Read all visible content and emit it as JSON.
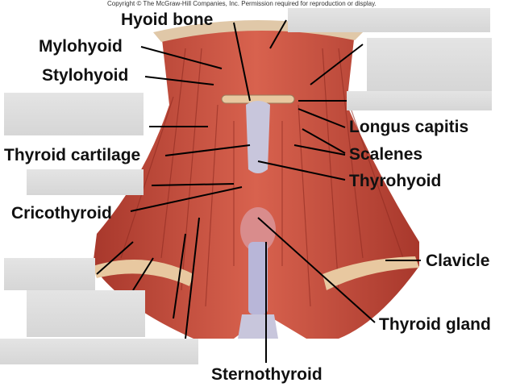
{
  "copyright": "Copyright © The McGraw-Hill Companies, Inc. Permission required for reproduction or display.",
  "labels": {
    "hyoid_bone": "Hyoid bone",
    "mylohyoid": "Mylohyoid",
    "stylohyoid": "Stylohyoid",
    "thyroid_cartilage": "Thyroid cartilage",
    "cricothyroid": "Cricothyroid",
    "longus_capitis": "Longus capitis",
    "scalenes": "Scalenes",
    "thyrohyoid": "Thyrohyoid",
    "clavicle": "Clavicle",
    "thyroid_gland": "Thyroid gland",
    "sternothyroid": "Sternothyroid"
  },
  "colors": {
    "muscle": "#c9483a",
    "muscle_dark": "#8e2a20",
    "tendon": "#c8c6dc",
    "bone": "#e8c8a0",
    "gland": "#d98c8c"
  }
}
